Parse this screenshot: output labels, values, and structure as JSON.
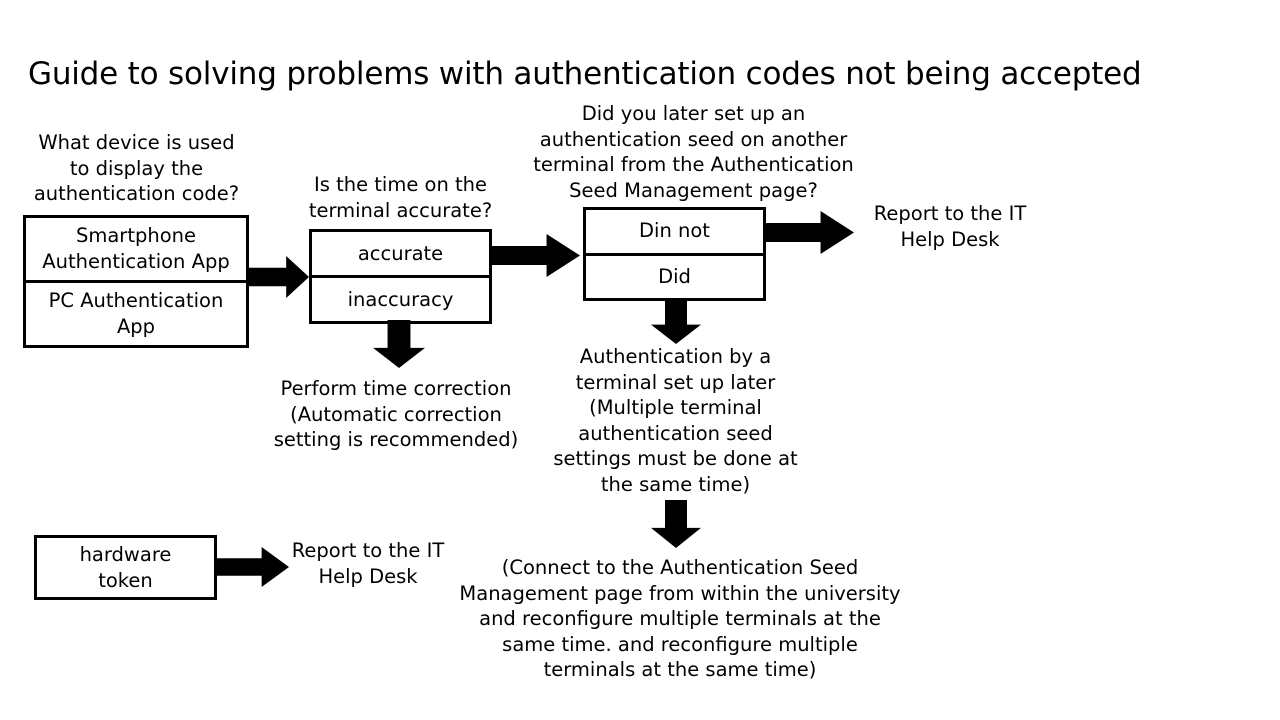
{
  "title": "Guide to solving problems with authentication codes not being accepted",
  "questions": {
    "device": "What device is used\nto display the\nauthentication code?",
    "time": "Is the time on the\nterminal accurate?",
    "seed": "Did you later set up an\nauthentication seed on another\nterminal from the Authentication\nSeed Management page?"
  },
  "boxes": {
    "device_options": {
      "name": "device-options",
      "options": [
        "Smartphone\nAuthentication App",
        "PC Authentication\nApp"
      ]
    },
    "time_options": {
      "name": "time-options",
      "options": [
        "accurate",
        "inaccuracy"
      ]
    },
    "seed_options": {
      "name": "seed-options",
      "options": [
        "Din not",
        "Did"
      ]
    },
    "hardware_token": {
      "name": "hardware-token",
      "options": [
        "hardware\ntoken"
      ]
    }
  },
  "outcomes": {
    "report_it_top": "Report to the IT\nHelp Desk",
    "report_it_bottom": "Report to the IT\nHelp Desk",
    "time_correction": "Perform time correction\n(Automatic correction\nsetting is recommended)",
    "later_terminal": "Authentication by a\nterminal set up later\n(Multiple terminal\nauthentication seed\nsettings must be done at\nthe same time)",
    "connect_note": "(Connect to the Authentication Seed\nManagement page from within the university\nand reconfigure multiple terminals at the\nsame time. and reconfigure multiple\nterminals at the same time)"
  },
  "arrows": {
    "device_to_time": "arrow-right",
    "time_to_seed": "arrow-right",
    "seed_to_report": "arrow-right",
    "time_to_correction": "arrow-down",
    "seed_to_later": "arrow-down",
    "later_to_connect": "arrow-down",
    "token_to_report": "arrow-right"
  },
  "colors": {
    "ink": "#000000",
    "paper": "#ffffff"
  }
}
